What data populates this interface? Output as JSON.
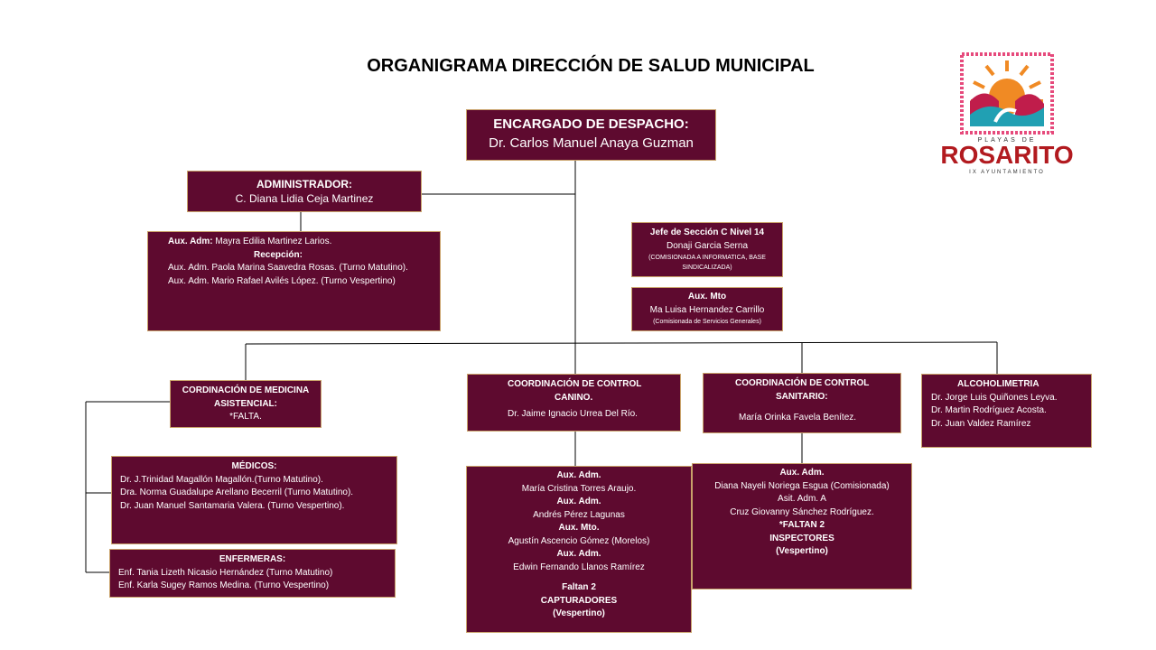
{
  "title": "ORGANIGRAMA DIRECCIÓN DE SALUD MUNICIPAL",
  "logo": {
    "top_text": "PLAYAS DE",
    "name": "ROSARITO",
    "sub": "IX AYUNTAMIENTO",
    "colors": {
      "red": "#b21a1f",
      "orange": "#f08a24",
      "teal": "#21a0b3",
      "pink": "#e64a7c"
    }
  },
  "colors": {
    "box": "#5e0a2f",
    "border": "#c9a26a",
    "line": "#000000"
  },
  "encargado": {
    "label": "ENCARGADO DE DESPACHO:",
    "name": "Dr. Carlos Manuel Anaya Guzman"
  },
  "administrador": {
    "label": "ADMINISTRADOR:",
    "name": "C. Diana Lidia Ceja Martinez"
  },
  "admin_staff": {
    "aux_label": "Aux. Adm:",
    "aux_name": "Mayra Edilia Martinez Larios.",
    "recepcion_label": "Recepción:",
    "lines": [
      "Aux. Adm. Paola Marina Saavedra Rosas. (Turno Matutino).",
      "Aux. Adm. Mario Rafael Avilés López. (Turno Vespertino)"
    ]
  },
  "jefe_seccion": {
    "label": "Jefe de Sección C Nivel 14",
    "name": "Donaji Garcia Serna",
    "note": "(COMISIONADA A INFORMATICA, BASE SINDICALIZADA)"
  },
  "aux_mto": {
    "label": "Aux. Mto",
    "name": "Ma Luisa Hernandez Carrillo",
    "note": "(Comisionada de Servicios Generales)"
  },
  "medicina": {
    "label1": "CORDINACIÓN DE MEDICINA",
    "label2": "ASISTENCIAL:",
    "note": "*FALTA."
  },
  "medicos": {
    "label": "MÉDICOS:",
    "lines": [
      "Dr. J.Trinidad Magallón Magallón.(Turno Matutino).",
      "Dra. Norma Guadalupe Arellano Becerril (Turno Matutino).",
      "Dr. Juan Manuel Santamaria Valera. (Turno Vespertino)."
    ]
  },
  "enfermeras": {
    "label": "ENFERMERAS:",
    "lines": [
      "Enf. Tania Lizeth Nicasio Hernández (Turno Matutino)",
      "Enf. Karla Sugey Ramos Medina. (Turno Vespertino)"
    ]
  },
  "canino": {
    "label1": "COORDINACIÓN DE CONTROL",
    "label2": "CANINO.",
    "name": "Dr. Jaime Ignacio Urrea Del Río."
  },
  "canino_staff": {
    "l1": "Aux. Adm.",
    "l2": "María Cristina Torres Araujo.",
    "l3": "Aux. Adm.",
    "l4": "Andrés Pérez Lagunas",
    "l5": "Aux. Mto.",
    "l6": "Agustín Ascencio Gómez  (Morelos)",
    "l7": "Aux. Adm.",
    "l8": "Edwin Fernando Llanos Ramírez",
    "l9": "Faltan 2",
    "l10": "CAPTURADORES",
    "l11": "(Vespertino)"
  },
  "sanitario": {
    "label1": "COORDINACIÓN DE CONTROL",
    "label2": "SANITARIO:",
    "name": "María Orinka Favela Benítez."
  },
  "sanitario_staff": {
    "l1": "Aux. Adm.",
    "l2": "Diana Nayeli Noriega Esgua (Comisionada)",
    "l3": "Asit. Adm. A",
    "l4": "Cruz Giovanny Sánchez Rodríguez.",
    "l5": "*FALTAN 2",
    "l6": "INSPECTORES",
    "l7": "(Vespertino)"
  },
  "alcoholimetria": {
    "label": "ALCOHOLIMETRIA",
    "lines": [
      "Dr. Jorge Luis Quiñones Leyva.",
      "Dr. Martin Rodríguez Acosta.",
      "Dr. Juan Valdez Ramírez"
    ]
  }
}
